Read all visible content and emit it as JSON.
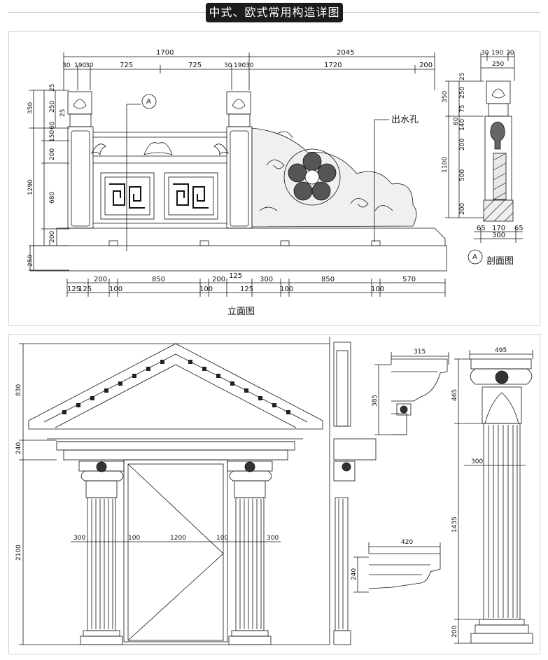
{
  "page_title": "中式、欧式常用构造详图",
  "panel1": {
    "elevation_label": "立面图",
    "section_label": "剖面图",
    "section_marker": "A",
    "outlet_label": "出水孔",
    "top_dims_1": [
      "1700",
      "2045"
    ],
    "top_dims_2": [
      "30",
      "190",
      "30",
      "725",
      "725",
      "30",
      "190",
      "30",
      "1720",
      "200"
    ],
    "left_dims": [
      "25",
      "250",
      "350",
      "25",
      "60",
      "150",
      "200",
      "680",
      "1290",
      "200",
      "250"
    ],
    "bottom_dims_1": [
      "200",
      "850",
      "200",
      "125",
      "300",
      "850",
      "570"
    ],
    "bottom_dims_2": [
      "125",
      "125",
      "100",
      "100",
      "125",
      "100",
      "100"
    ],
    "section_top_dims": [
      "30",
      "190",
      "30",
      "250"
    ],
    "section_left_dims": [
      "25",
      "250",
      "350",
      "75",
      "60",
      "140",
      "200",
      "1100",
      "500",
      "200"
    ],
    "section_bottom_dims": [
      "65",
      "170",
      "65",
      "300"
    ]
  },
  "panel2": {
    "left_dims": [
      "830",
      "240",
      "2100"
    ],
    "door_dims": [
      "300",
      "100",
      "1200",
      "100",
      "300"
    ],
    "cap_detail_dims": [
      "315",
      "385"
    ],
    "cornice_detail_dims": [
      "420",
      "240"
    ],
    "column_dims": [
      "495",
      "465",
      "300",
      "1435",
      "200"
    ]
  }
}
